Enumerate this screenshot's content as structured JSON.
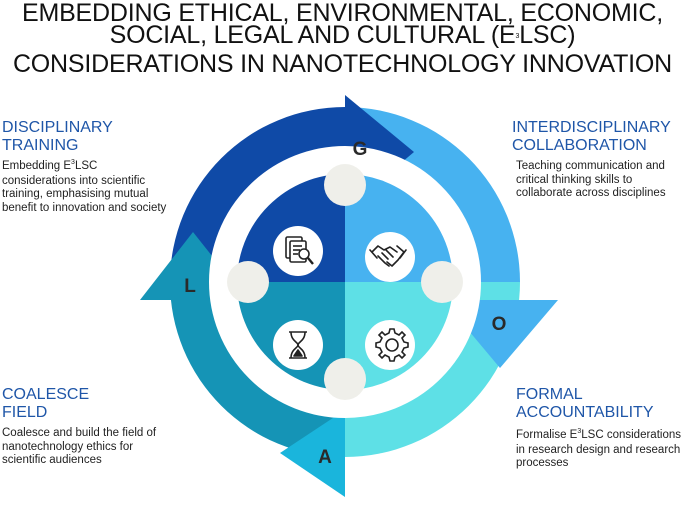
{
  "title": {
    "line1": "EMBEDDING ETHICAL, ENVIRONMENTAL, ECONOMIC,",
    "line2": "SOCIAL, LEGAL AND CULTURAL (E",
    "line2_sup": "3",
    "line2_end": "LSC)",
    "line3": "CONSIDERATIONS IN NANOTECHNOLOGY INNOVATION"
  },
  "sections": {
    "disciplinary": {
      "heading_1": "DISCIPLINARY",
      "heading_2": "TRAINING",
      "body_pre": "Embedding E",
      "body_sup": "3",
      "body_post": "LSC considerations into scientific training, emphasising mutual benefit to innovation and society"
    },
    "interdisciplinary": {
      "heading_1": "INTERDISCIPLINARY",
      "heading_2": "COLLABORATION",
      "body": "Teaching communication and critical thinking skills to collaborate across disciplines"
    },
    "coalesce": {
      "heading_1": "COALESCE",
      "heading_2": "FIELD",
      "body": "Coalesce and build the field of nanotechnology ethics for scientific audiences"
    },
    "formal": {
      "heading_1": "FORMAL",
      "heading_2": "ACCOUNTABILITY",
      "body_pre": "Formalise E",
      "body_sup": "3",
      "body_post": "LSC considerations in research design and research processes"
    }
  },
  "letters": {
    "g": "G",
    "o": "O",
    "a": "A",
    "l": "L"
  },
  "icons": {
    "top_left": "document-search-icon",
    "top_right": "handshake-icon",
    "bottom_left": "hourglass-icon",
    "bottom_right": "gear-icon"
  },
  "colors": {
    "top_left": "#0f4aa7",
    "top_right": "#47b2f0",
    "bottom_left": "#1594b6",
    "bottom_right": "#5ee0e6",
    "heading": "#1f56a8",
    "connector": "#efefea"
  }
}
